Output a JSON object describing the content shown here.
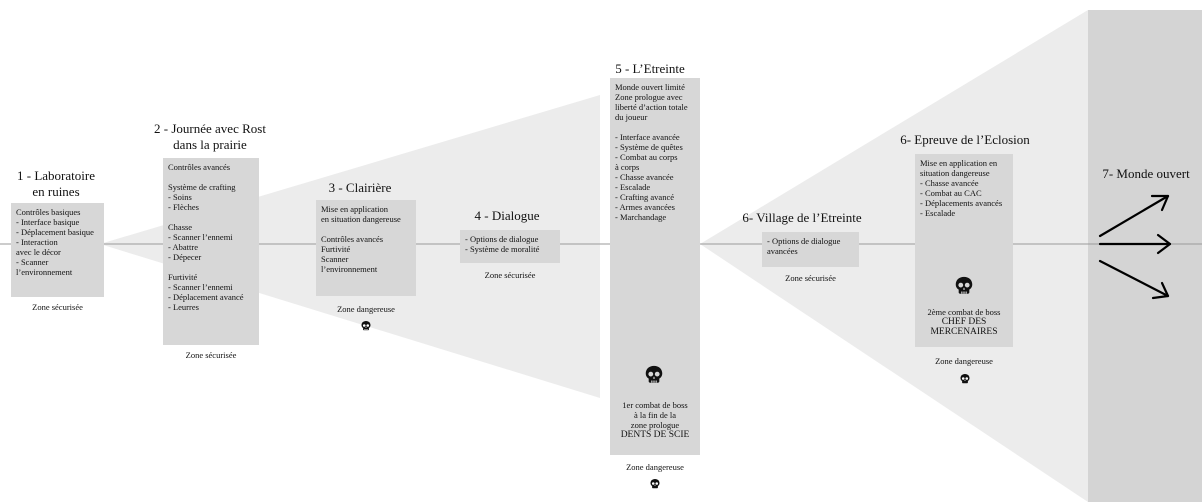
{
  "stages": [
    {
      "id": "s1",
      "title": "1 - Laboratoire\nen ruines",
      "items": [
        "Contrôles basiques",
        "- Interface basique",
        "- Déplacement basique",
        "- Interaction",
        "avec le décor",
        "- Scanner",
        "l’environnement"
      ],
      "zone": "Zone sécurisée"
    },
    {
      "id": "s2",
      "title": "2 - Journée avec Rost\ndans la prairie",
      "items": [
        "Contrôles avancés",
        "",
        "Système de crafting",
        "- Soins",
        "- Flèches",
        "",
        "Chasse",
        "- Scanner l’ennemi",
        "- Abattre",
        "- Dépecer",
        "",
        "Furtivité",
        "- Scanner l’ennemi",
        "- Déplacement avancé",
        "- Leurres"
      ],
      "zone": "Zone sécurisée"
    },
    {
      "id": "s3",
      "title": "3 - Clairière",
      "items": [
        "Mise en application",
        "en situation dangereuse",
        "",
        "Contrôles avancés",
        "Furtivité",
        "Scanner",
        "l’environnement"
      ],
      "zone": "Zone dangereuse"
    },
    {
      "id": "s4",
      "title": "4 - Dialogue",
      "items": [
        "- Options de dialogue",
        "- Système de moralité"
      ],
      "zone": "Zone sécurisée"
    },
    {
      "id": "s5",
      "title": "5 - L’Etreinte",
      "items": [
        "Monde ouvert limité",
        "Zone prologue avec",
        "liberté d’action totale",
        "du joueur",
        "",
        "- Interface avancée",
        "- Système de quêtes",
        "- Combat au corps",
        "à corps",
        "- Chasse avancée",
        "- Escalade",
        "- Crafting avancé",
        "- Armes avancées",
        "- Marchandage"
      ],
      "boss": [
        "1er combat de boss",
        "à la fin de la",
        "zone prologue",
        "DENTS DE SCIE"
      ],
      "zone": "Zone dangereuse"
    },
    {
      "id": "s6a",
      "title": "6- Village de l’Etreinte",
      "items": [
        "- Options de dialogue",
        "avancées"
      ],
      "zone": "Zone sécurisée"
    },
    {
      "id": "s6b",
      "title": "6- Epreuve de l’Eclosion",
      "items": [
        "Mise en application en",
        "situation dangereuse",
        "- Chasse avancée",
        "- Combat au CAC",
        "- Déplacements avancés",
        "- Escalade"
      ],
      "boss": [
        "2ème combat de boss",
        "CHEF DES",
        "MERCENAIRES"
      ],
      "zone": "Zone dangereuse"
    },
    {
      "id": "s7",
      "title": "7- Monde ouvert"
    }
  ],
  "icons": {
    "danger": "skull-icon",
    "exits": "arrow-icon"
  },
  "colors": {
    "funnel": "#ececec",
    "box": "#d7d7d7",
    "panel": "#d4d4d4",
    "line": "#9a9a9a"
  }
}
